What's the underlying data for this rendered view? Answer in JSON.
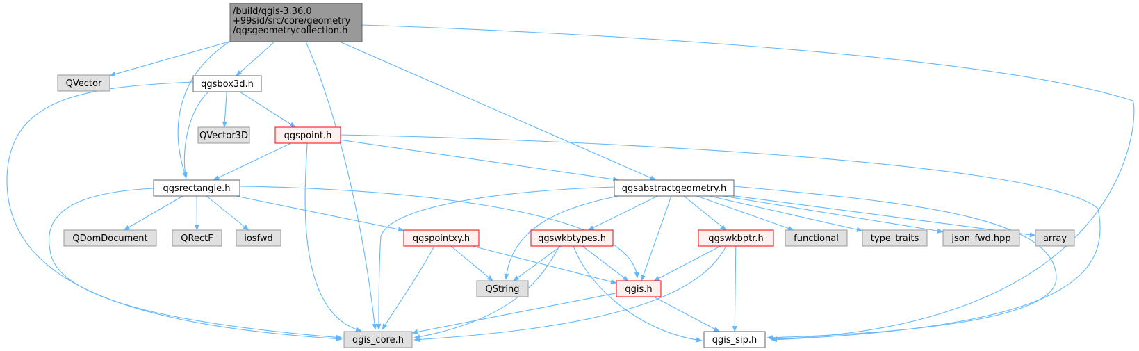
{
  "graph": {
    "root": "/build/qgis-3.36.0\n+99sid/src/core/geometry\n/qgsgeometrycollection.h",
    "colors": {
      "edge": "#63b8ff",
      "root_fill": "#999999",
      "root_border": "#666666",
      "normal_fill": "#ffffff",
      "normal_border": "#666666",
      "external_fill": "#e0e0e0",
      "external_border": "#999999",
      "truncated_border": "#ff0000",
      "truncated_fill": "#fff0f0"
    },
    "nodes": [
      {
        "id": "root",
        "label": "/build/qgis-3.36.0\n+99sid/src/core/geometry\n/qgsgeometrycollection.h",
        "kind": "root"
      },
      {
        "id": "qvector",
        "label": "QVector",
        "kind": "external"
      },
      {
        "id": "qgsbox3d",
        "label": "qgsbox3d.h",
        "kind": "normal"
      },
      {
        "id": "qvector3d",
        "label": "QVector3D",
        "kind": "external"
      },
      {
        "id": "qgspoint",
        "label": "qgspoint.h",
        "kind": "truncated"
      },
      {
        "id": "qgsrectangle",
        "label": "qgsrectangle.h",
        "kind": "normal"
      },
      {
        "id": "qgsabstractgeometry",
        "label": "qgsabstractgeometry.h",
        "kind": "normal"
      },
      {
        "id": "qdomdocument",
        "label": "QDomDocument",
        "kind": "external"
      },
      {
        "id": "qrectf",
        "label": "QRectF",
        "kind": "external"
      },
      {
        "id": "iosfwd",
        "label": "iosfwd",
        "kind": "external"
      },
      {
        "id": "qgspointxy",
        "label": "qgspointxy.h",
        "kind": "truncated"
      },
      {
        "id": "qgswkbtypes",
        "label": "qgswkbtypes.h",
        "kind": "truncated"
      },
      {
        "id": "qgswkbptr",
        "label": "qgswkbptr.h",
        "kind": "truncated"
      },
      {
        "id": "functional",
        "label": "functional",
        "kind": "external"
      },
      {
        "id": "type_traits",
        "label": "type_traits",
        "kind": "external"
      },
      {
        "id": "json_fwd",
        "label": "json_fwd.hpp",
        "kind": "external"
      },
      {
        "id": "array",
        "label": "array",
        "kind": "external"
      },
      {
        "id": "qstring",
        "label": "QString",
        "kind": "external"
      },
      {
        "id": "qgis",
        "label": "qgis.h",
        "kind": "truncated"
      },
      {
        "id": "qgis_core",
        "label": "qgis_core.h",
        "kind": "external"
      },
      {
        "id": "qgis_sip",
        "label": "qgis_sip.h",
        "kind": "normal"
      }
    ],
    "edges": [
      [
        "root",
        "qvector"
      ],
      [
        "root",
        "qgsbox3d"
      ],
      [
        "root",
        "qgsrectangle"
      ],
      [
        "root",
        "qgis_core"
      ],
      [
        "root",
        "qgsabstractgeometry"
      ],
      [
        "root",
        "qgis_sip"
      ],
      [
        "qgsbox3d",
        "qvector3d"
      ],
      [
        "qgsbox3d",
        "qgspoint"
      ],
      [
        "qgsbox3d",
        "qgsrectangle"
      ],
      [
        "qgsbox3d",
        "qgis_core"
      ],
      [
        "qgspoint",
        "qgsrectangle"
      ],
      [
        "qgspoint",
        "qgsabstractgeometry"
      ],
      [
        "qgspoint",
        "qgis_core"
      ],
      [
        "qgspoint",
        "qgis_sip"
      ],
      [
        "qgsrectangle",
        "qdomdocument"
      ],
      [
        "qgsrectangle",
        "qrectf"
      ],
      [
        "qgsrectangle",
        "iosfwd"
      ],
      [
        "qgsrectangle",
        "qgspointxy"
      ],
      [
        "qgsrectangle",
        "qgis"
      ],
      [
        "qgsrectangle",
        "qgis_core"
      ],
      [
        "qgsabstractgeometry",
        "qgis_core"
      ],
      [
        "qgsabstractgeometry",
        "qstring"
      ],
      [
        "qgsabstractgeometry",
        "qgswkbtypes"
      ],
      [
        "qgsabstractgeometry",
        "qgis"
      ],
      [
        "qgsabstractgeometry",
        "qgswkbptr"
      ],
      [
        "qgsabstractgeometry",
        "functional"
      ],
      [
        "qgsabstractgeometry",
        "type_traits"
      ],
      [
        "qgsabstractgeometry",
        "json_fwd"
      ],
      [
        "qgsabstractgeometry",
        "array"
      ],
      [
        "qgsabstractgeometry",
        "qgis_sip"
      ],
      [
        "qgspointxy",
        "qstring"
      ],
      [
        "qgspointxy",
        "qgis"
      ],
      [
        "qgspointxy",
        "qgis_core"
      ],
      [
        "qgswkbtypes",
        "qstring"
      ],
      [
        "qgswkbtypes",
        "qgis"
      ],
      [
        "qgswkbtypes",
        "qgis_core"
      ],
      [
        "qgswkbtypes",
        "qgis_sip"
      ],
      [
        "qgswkbptr",
        "qgis"
      ],
      [
        "qgswkbptr",
        "qgis_sip"
      ],
      [
        "qgswkbptr",
        "qgis_core"
      ],
      [
        "qgis",
        "qgis_core"
      ],
      [
        "qgis",
        "qgis_sip"
      ]
    ]
  }
}
